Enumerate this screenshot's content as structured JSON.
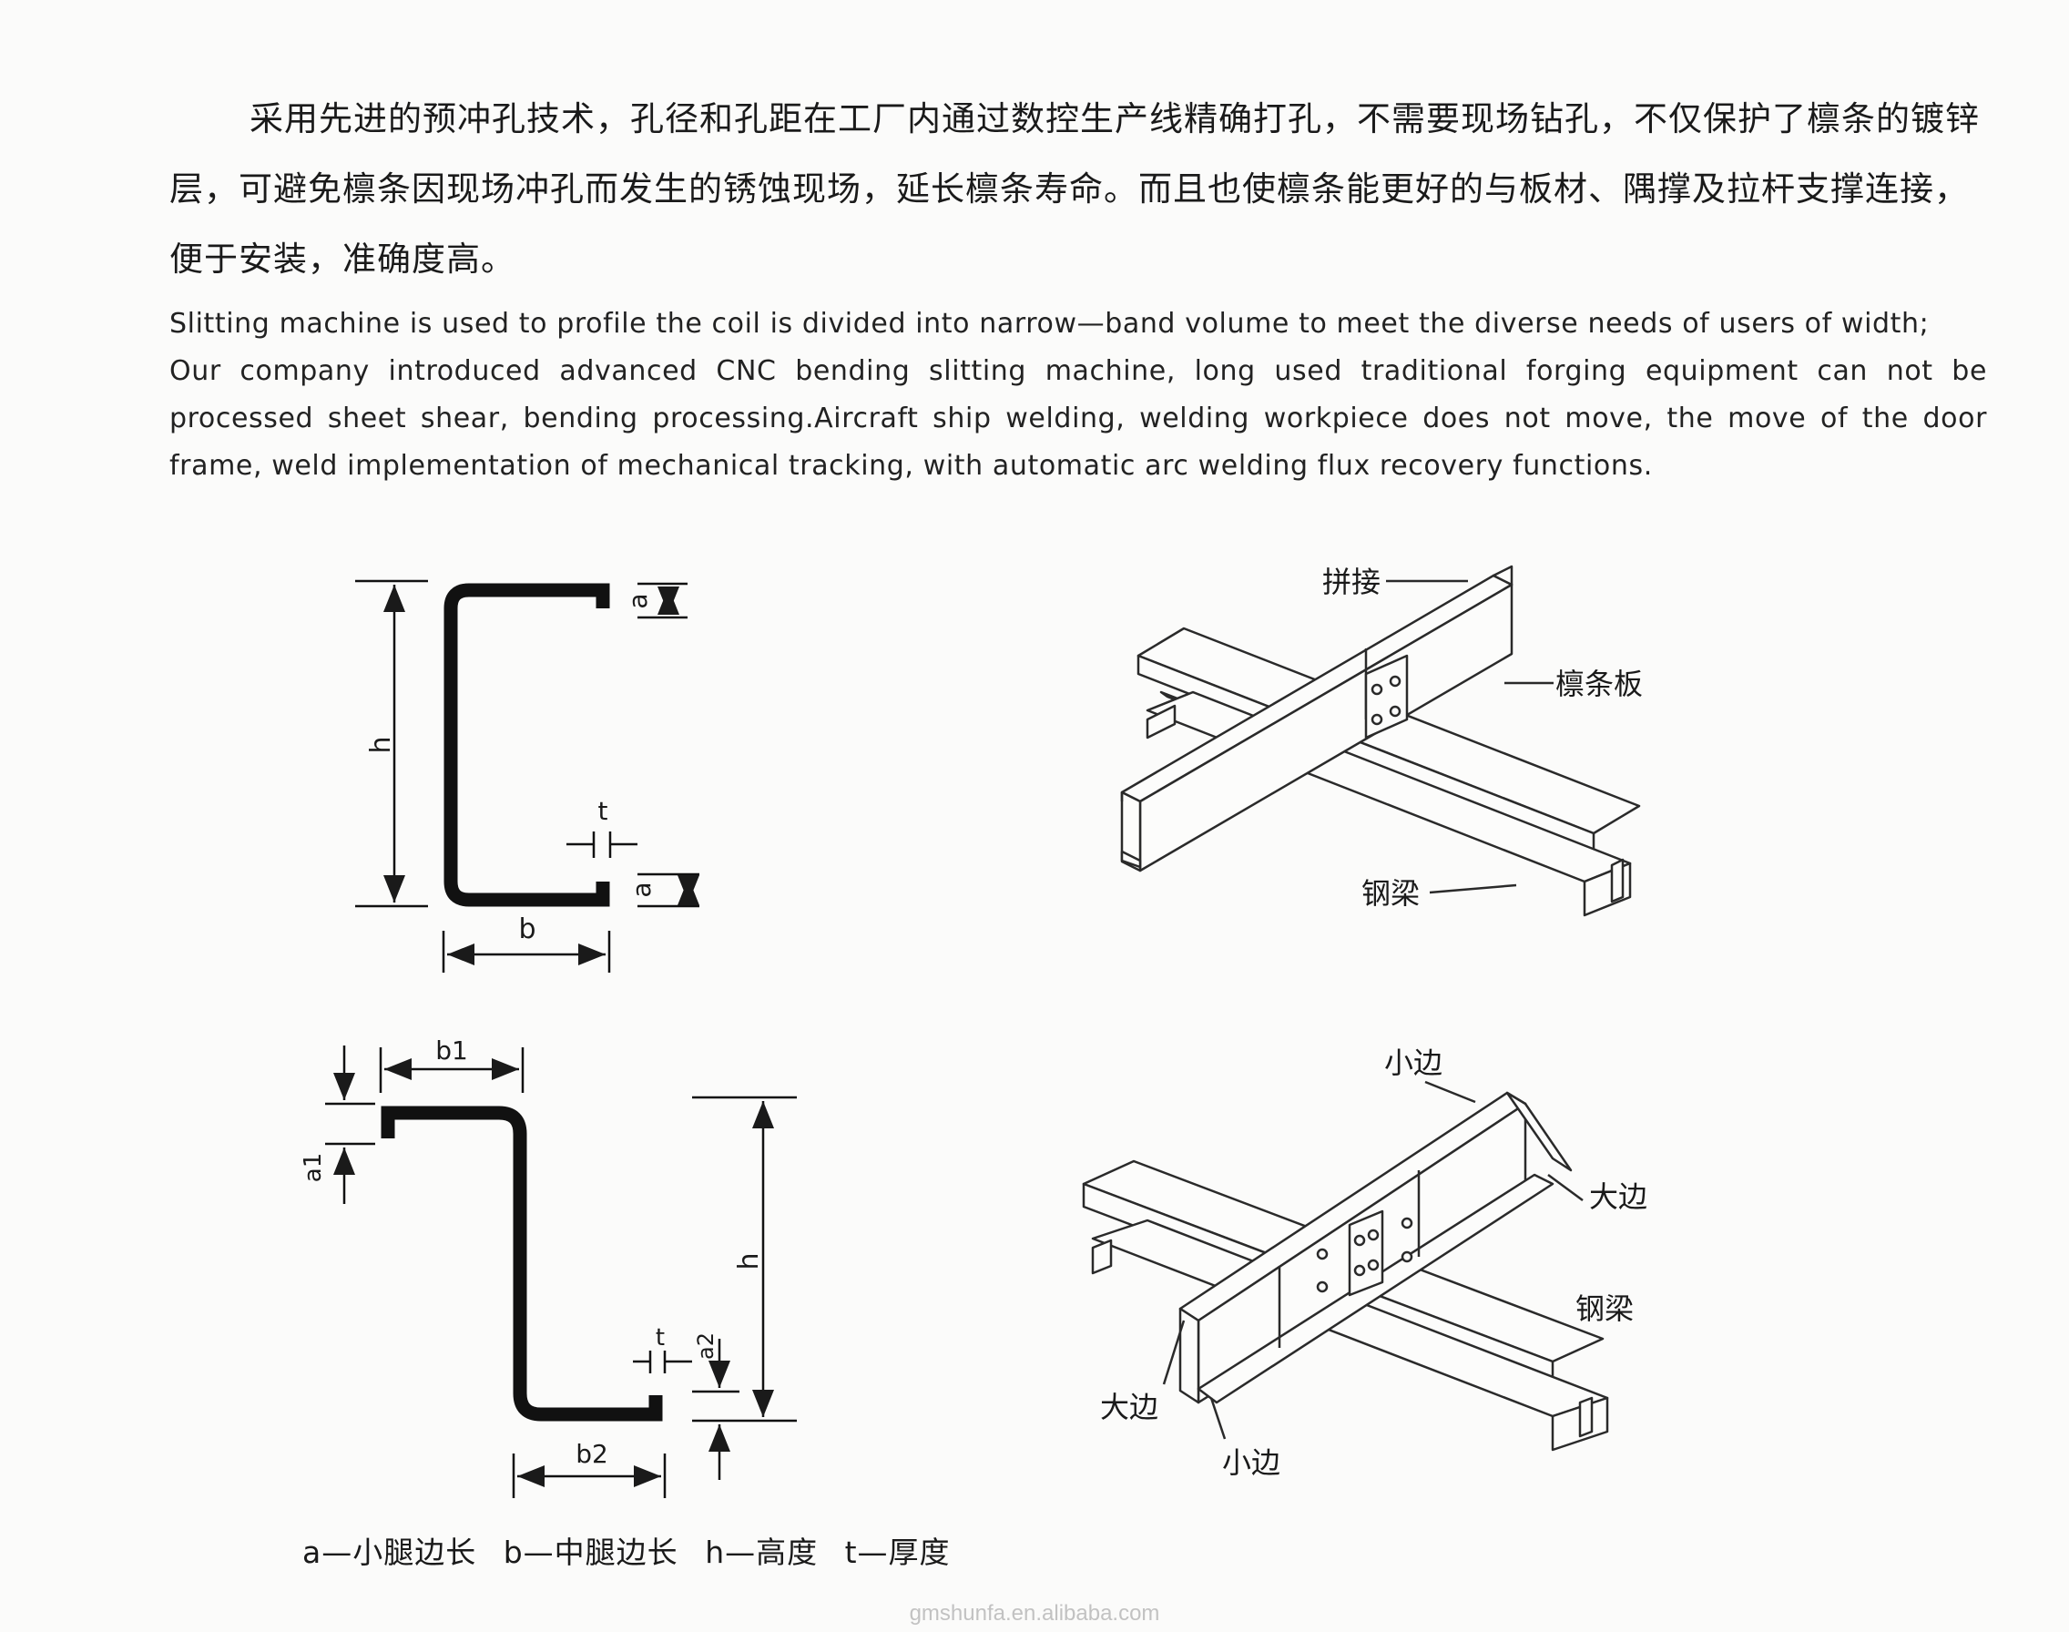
{
  "intro_zh": "采用先进的预冲孔技术，孔径和孔距在工厂内通过数控生产线精确打孔，不需要现场钻孔，不仅保护了檩条的镀锌层，可避免檩条因现场冲孔而发生的锈蚀现场，延长檩条寿命。而且也使檩条能更好的与板材、隅撑及拉杆支撑连接，便于安装，准确度高。",
  "intro_en": {
    "line1": "Slitting machine is used to profile the coil is divided into narrow—band volume to meet the diverse needs of users of width;",
    "line2": "Our company introduced advanced CNC bending slitting machine, long used traditional forging equipment can not be processed sheet shear, bending processing.Aircraft ship welding, welding workpiece does not move, the move of the door frame, weld implementation of mechanical tracking, with automatic arc welding flux recovery functions."
  },
  "c_section": {
    "a_top": "a",
    "h": "h",
    "t": "t",
    "a_bottom": "a",
    "b": "b"
  },
  "z_section": {
    "b1": "b1",
    "a1": "a1",
    "h": "h",
    "t": "t",
    "a2": "a2",
    "b2": "b2"
  },
  "splice_diagram": {
    "splice": "拼接",
    "purlin_plate": "檩条板",
    "steel_beam": "钢梁"
  },
  "lap_diagram": {
    "small_edge_top": "小边",
    "large_edge_right": "大边",
    "steel_beam": "钢梁",
    "large_edge_left": "大边",
    "small_edge_bottom": "小边"
  },
  "legend": {
    "a": "a—小腿边长",
    "b": "b—中腿边长",
    "h": "h—高度",
    "t": "t—厚度"
  },
  "watermark": "gmshunfa.en.alibaba.com"
}
